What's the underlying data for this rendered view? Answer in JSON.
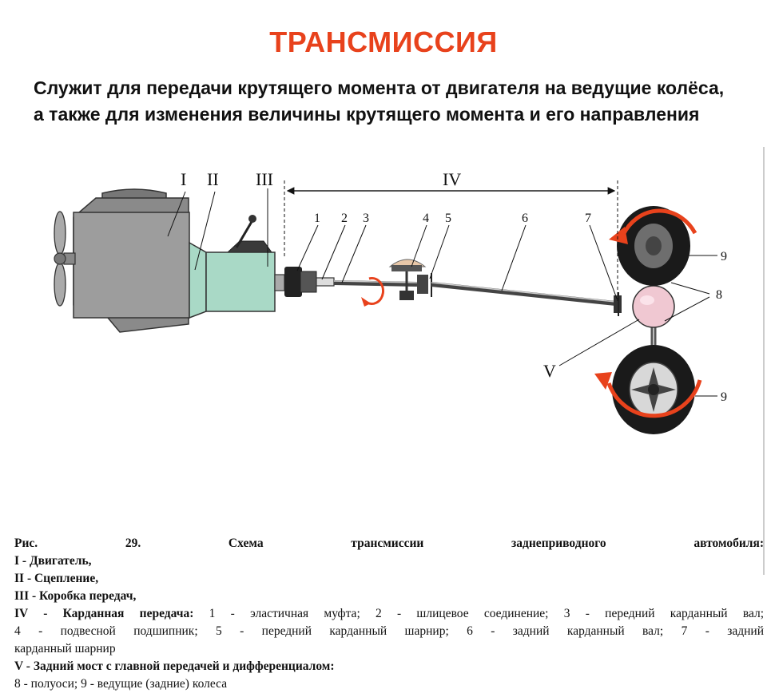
{
  "title": "ТРАНСМИССИЯ",
  "subtitle": "Служит для передачи крутящего момента от двигателя на ведущие колёса, а также для изменения величины крутящего момента и его направления",
  "diagram": {
    "group_labels": {
      "I": "I",
      "II": "II",
      "III": "III",
      "IV": "IV",
      "V": "V"
    },
    "part_numbers": [
      "1",
      "2",
      "3",
      "4",
      "5",
      "6",
      "7",
      "8",
      "9",
      "9"
    ]
  },
  "caption": {
    "heading": "Рис. 29. Схема трансмиссии заднеприводного автомобиля:",
    "line_I": "I - Двигатель,",
    "line_II": "II - Сцепление,",
    "line_III": "III - Коробка передач,",
    "line_IV_head": "IV - Карданная передача:",
    "line_IV_a": " 1 - эластичная муфта; 2 - шлицевое соединение; 3 - передний карданный вал;",
    "line_IV_b": "4 - подвесной подшипник; 5 - передний карданный шарнир; 6 - задний карданный вал; 7 - задний",
    "line_IV_c": "карданный шарнир",
    "line_V": "V - Задний мост с главной передачей и дифференциалом:",
    "line_8_9": "8 - полуоси; 9 - ведущие (задние) колеса"
  }
}
